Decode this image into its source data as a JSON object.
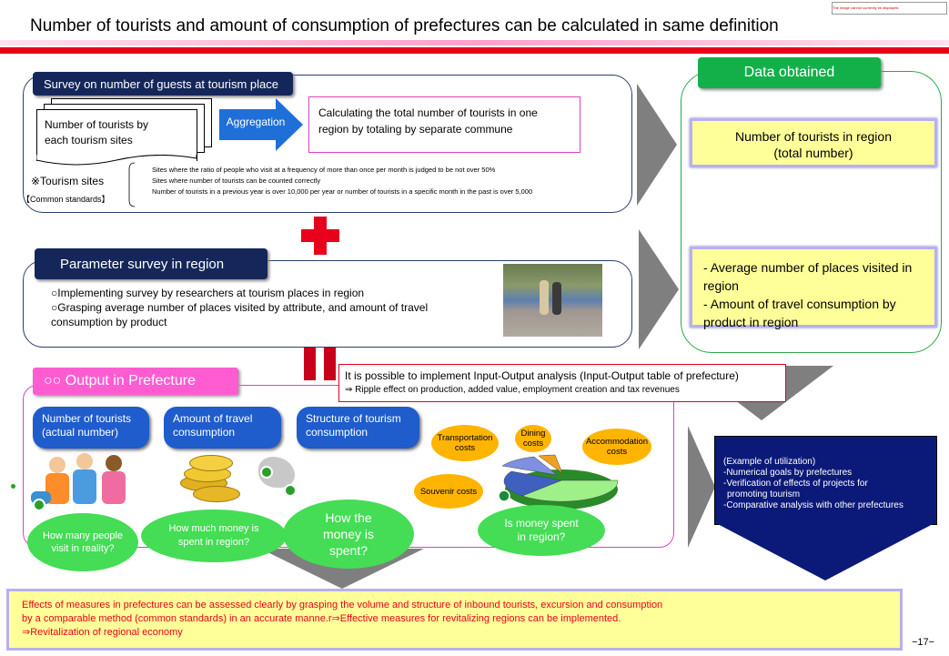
{
  "title": "Number of tourists and amount of consumption of prefectures can be calculated in same definition",
  "note": "The image cannot currently be displayed.",
  "survey": {
    "header": "Survey on number of guests at tourism place",
    "card_text": "Number of tourists by each tourism sites",
    "aggregation": "Aggregation",
    "calc_text": "Calculating the total number of tourists in one region by totaling by separate commune",
    "sites_label": "※Tourism sites",
    "standards_label": "【Common standards】",
    "criteria": [
      "Sites where the ratio of people who visit at a frequency of more than once per month is judged to be not over 50%",
      "Sites where number of tourists can be counted correctly",
      "Number of tourists in a previous year is over 10,000 per year or number of tourists in a specific month in the past is over 5,000"
    ]
  },
  "parameter": {
    "header": "Parameter survey in region",
    "line1": "○Implementing survey by researchers at tourism places in region",
    "line2": "○Grasping average number of places visited by attribute, and amount of travel consumption by product"
  },
  "data_obtained": {
    "header": "Data obtained",
    "box1": "Number of tourists in region (total number)",
    "box2_line1": "- Average number of places visited in region",
    "box2_line2": "- Amount of travel consumption by product in region"
  },
  "output": {
    "header": "○○ Output in Prefecture",
    "io_line1": "It is possible to implement Input-Output analysis (Input-Output table of prefecture)",
    "io_line2": "⇒ Ripple effect on production, added value, employment creation and tax revenues",
    "pill1": "Number of tourists (actual number)",
    "pill2": "Amount of travel consumption",
    "pill3": "Structure of tourism consumption",
    "cost1": "Transportation costs",
    "cost2": "Dining costs",
    "cost3": "Accommodation costs",
    "cost4": "Souvenir costs",
    "cloud1": "How many people visit in reality?",
    "cloud2": "How much money is spent in region?",
    "cloud3": "How the money is spent?",
    "cloud4": "Is money spent in region?"
  },
  "utilization": {
    "lines": [
      "(Example of utilization)",
      "-Numerical goals by prefectures",
      "-Verification of effects of projects for",
      " promoting tourism",
      "-Comparative analysis with other prefectures"
    ]
  },
  "bottom": {
    "line1": "Effects of measures in prefectures can be assessed clearly by grasping the volume and structure of inbound tourists, excursion and consumption",
    "line2": "by a comparable method (common standards) in an accurate manne.r⇒Effective measures for revitalizing regions can be implemented.",
    "line3": "⇒Revitalization of regional economy"
  },
  "page_number": "−17−",
  "colors": {
    "navy": "#15275a",
    "red": "#e8001c",
    "green": "#13b04a",
    "yellow": "#ffff9a",
    "blue": "#1f5ccc",
    "orange": "#ffb400"
  }
}
